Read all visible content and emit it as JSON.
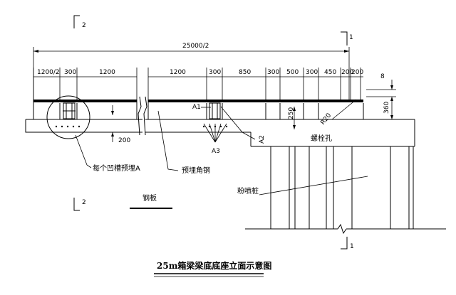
{
  "title": "25m箱梁梁底底座立面示意图",
  "section_marks": {
    "left_top": "2",
    "left_bottom": "2",
    "right_top": "1",
    "right_bottom": "1"
  },
  "dimensions": {
    "overall": "25000/2",
    "left_segments": [
      "1200/2",
      "300",
      "1200"
    ],
    "right_segments": [
      "1200",
      "300",
      "850",
      "300",
      "500",
      "300",
      "450",
      "200",
      "200"
    ],
    "depth_200": "200",
    "depth_250": "250",
    "height_360": "360",
    "height_8": "8",
    "radius": "R20"
  },
  "labels": {
    "a1": "A1",
    "a2": "A2",
    "a3": "A3",
    "embedded_each_groove": "每个凹槽预埋A",
    "embedded_angle_steel": "预埋角钢",
    "bolt_hole": "螺栓孔",
    "jet_grout_pile": "粉喷桩",
    "steel_plate": "钢板"
  }
}
